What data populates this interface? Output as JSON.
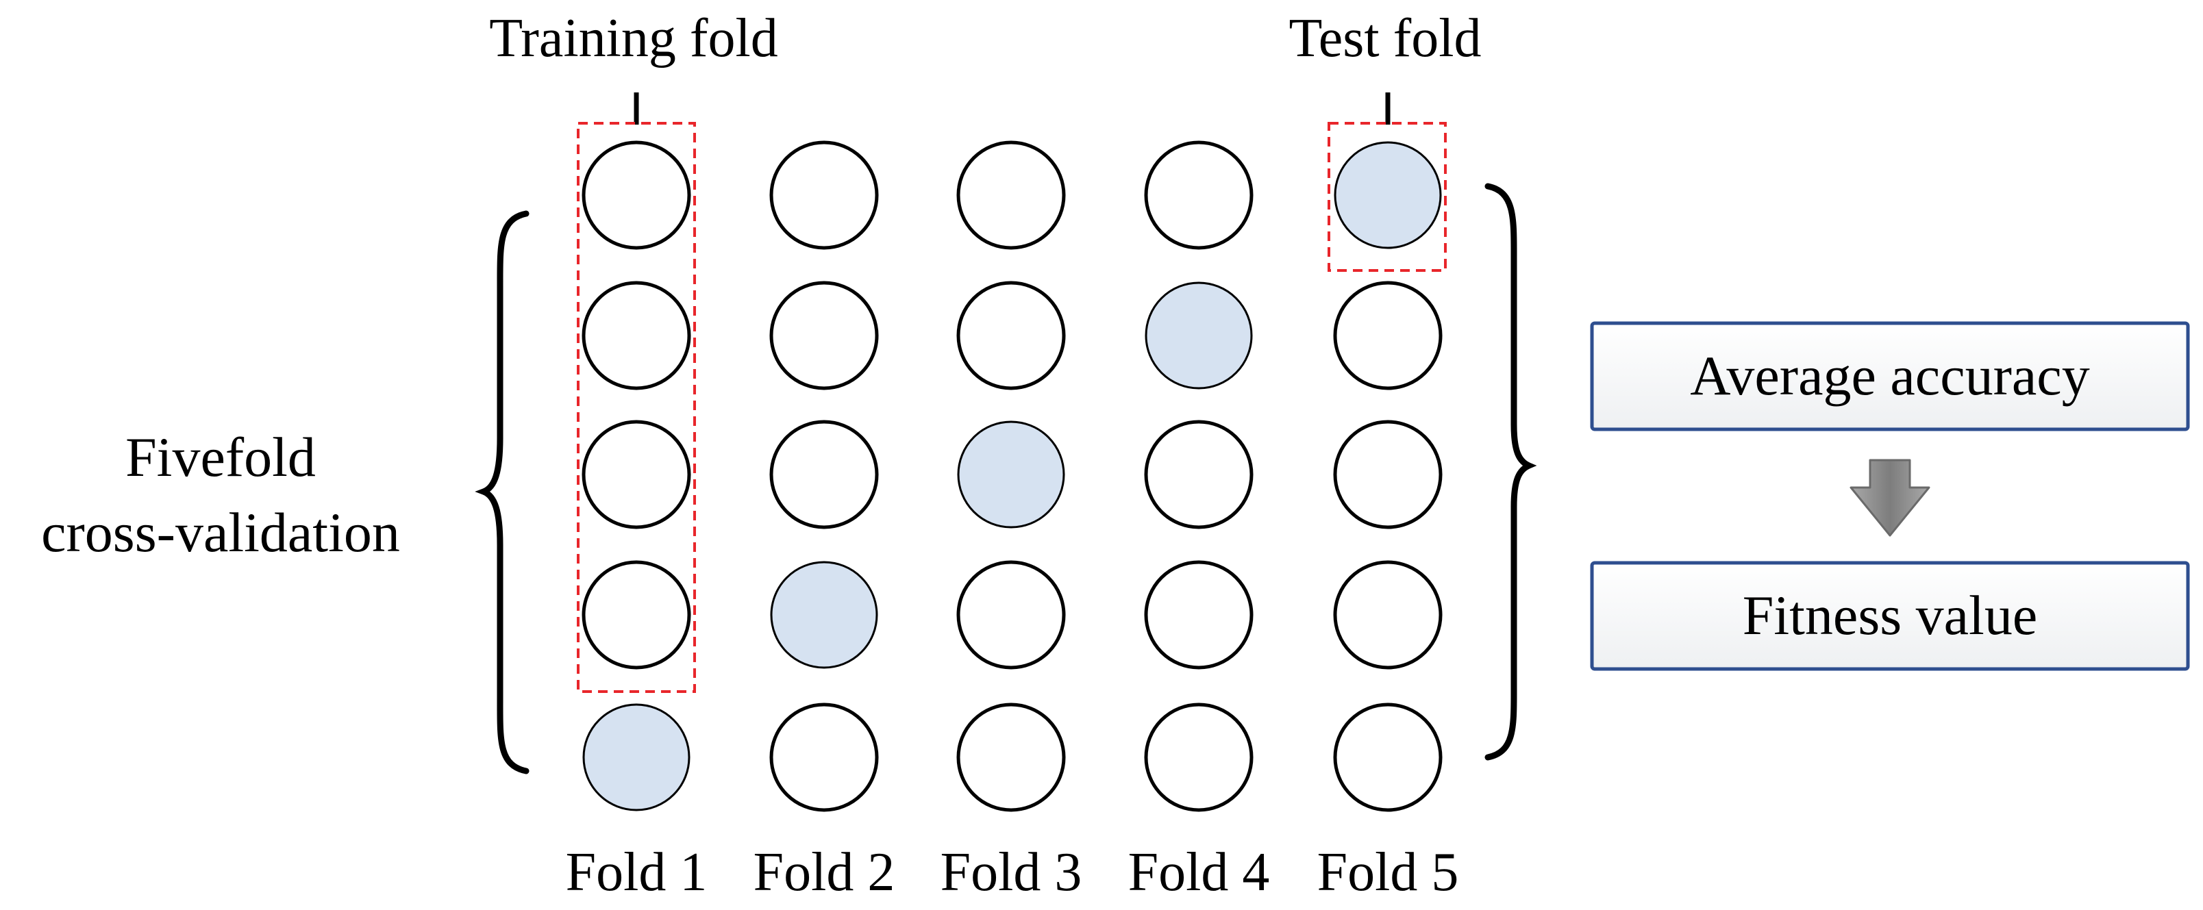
{
  "labels": {
    "training_fold": "Training fold",
    "test_fold": "Test fold",
    "cv_line1": "Fivefold",
    "cv_line2": "cross-validation",
    "average_accuracy": "Average accuracy",
    "fitness_value": "Fitness value"
  },
  "folds": [
    {
      "label": "Fold 1",
      "test_row": 5
    },
    {
      "label": "Fold 2",
      "test_row": 4
    },
    {
      "label": "Fold 3",
      "test_row": 3
    },
    {
      "label": "Fold 4",
      "test_row": 2
    },
    {
      "label": "Fold 5",
      "test_row": 1
    }
  ],
  "rows_per_fold": 5,
  "colors": {
    "test_fill": "#d6e2f1",
    "train_fill": "#ffffff",
    "circle_stroke": "#000000",
    "dash_box": "#e8262b",
    "result_box_border": "#2e4e8f",
    "result_box_fill_top": "#ffffff",
    "result_box_fill_bottom": "#eef0f2",
    "arrow_fill": "#8c8c8c"
  },
  "icons": {
    "down_arrow": "down-arrow-icon"
  }
}
